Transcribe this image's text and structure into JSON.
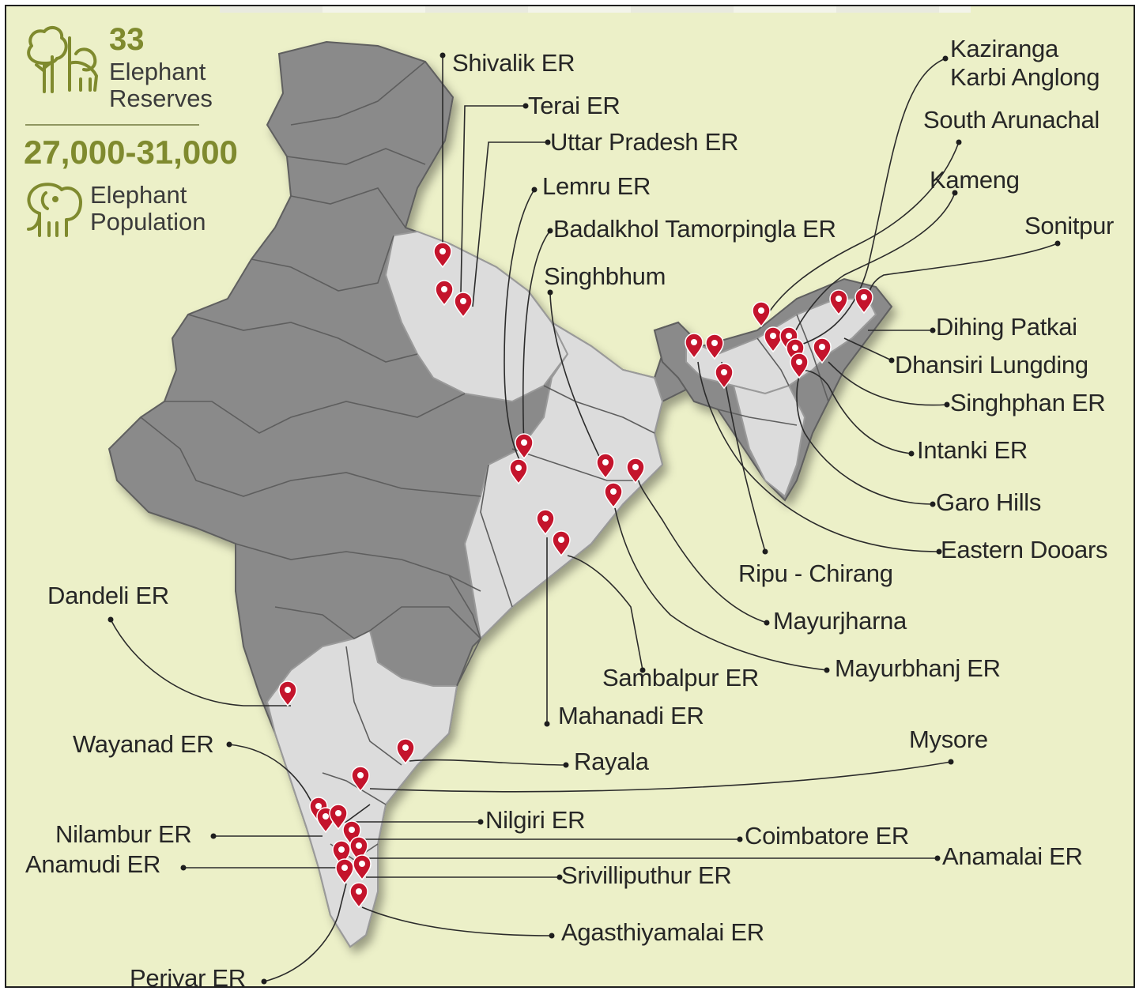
{
  "stats": {
    "reserves_count": "33",
    "reserves_label_1": "Elephant",
    "reserves_label_2": "Reserves",
    "population_range": "27,000-31,000",
    "population_label_1": "Elephant",
    "population_label_2": "Population"
  },
  "colors": {
    "background": "#ecf0c8",
    "accent_olive": "#7f8a2e",
    "elephant_states": "#dcdcdc",
    "other_states": "#8a8a8a",
    "pin": "#c4142c"
  },
  "icons": [
    "tree-icon",
    "elephant-icon",
    "map-pin-icon"
  ],
  "labels": {
    "shivalik": "Shivalik ER",
    "terai": "Terai ER",
    "uttar_pradesh": "Uttar Pradesh ER",
    "lemru": "Lemru ER",
    "badalkhol": "Badalkhol Tamorpingla ER",
    "singhbhum": "Singhbhum",
    "kaziranga_1": "Kaziranga",
    "kaziranga_2": "Karbi Anglong",
    "south_arunachal": "South Arunachal",
    "kameng": "Kameng",
    "sonitpur": "Sonitpur",
    "dihing_patkai": "Dihing Patkai",
    "dhansiri": "Dhansiri Lungding",
    "singhphan": "Singhphan ER",
    "intanki": "Intanki ER",
    "garo_hills": "Garo Hills",
    "eastern_dooars": "Eastern Dooars",
    "ripu_chirang": "Ripu - Chirang",
    "mayurjharna": "Mayurjharna",
    "mayurbhanj": "Mayurbhanj ER",
    "sambalpur": "Sambalpur ER",
    "mahanadi": "Mahanadi ER",
    "dandeli": "Dandeli ER",
    "wayanad": "Wayanad ER",
    "rayala": "Rayala",
    "mysore": "Mysore",
    "nilgiri": "Nilgiri ER",
    "nilambur": "Nilambur ER",
    "coimbatore": "Coimbatore ER",
    "anamudi": "Anamudi ER",
    "anamalai": "Anamalai ER",
    "srivilliputhur": "Srivilliputhur ER",
    "agasthiyamalai": "Agasthiyamalai ER",
    "periyar": "Periyar ER"
  }
}
